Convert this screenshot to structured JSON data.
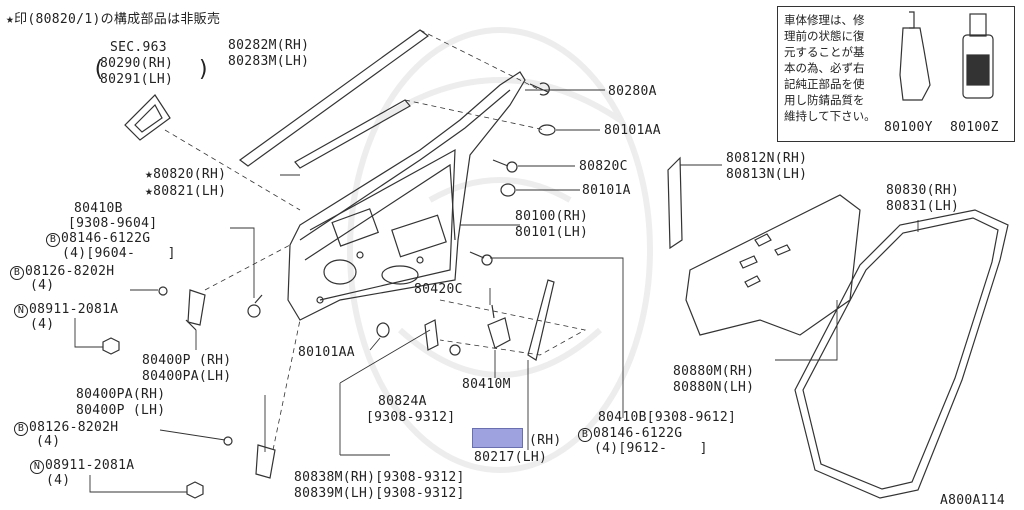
{
  "header_note": "★印(80820/1)の構成部品は非販売",
  "note_box": {
    "text": "車体修理は、修\n理前の状態に復\n元することが基\n本の為、必ず右\n記純正部品を使\n用し防錆品質を\n維持して下さい。",
    "part_left": "80100Y",
    "part_right": "80100Z"
  },
  "callouts": {
    "sec963": "SEC.963",
    "p80290": "80290(RH)",
    "p80291": "80291(LH)",
    "p80282m": "80282M(RH)",
    "p80283m": "80283M(LH)",
    "p80280a": "80280A",
    "p80101aa_top": "80101AA",
    "p80820c": "80820C",
    "p80101a": "80101A",
    "p80100": "80100(RH)",
    "p80101": "80101(LH)",
    "p80820": "80820(RH)",
    "p80821": "80821(LH)",
    "p80410b": "80410B",
    "p80410b_range": "[9308-9604]",
    "bolt_08146_a": "08146-6122G",
    "bolt_08146_a_qty": "(4)[9604-    ]",
    "bolt_08126_a": "08126-8202H",
    "bolt_08126_a_qty": "(4)",
    "nut_08911_a": "08911-2081A",
    "nut_08911_a_qty": "(4)",
    "p80400p_rh": "80400P (RH)",
    "p80400pa_lh": "80400PA(LH)",
    "p80400pa_rh": "80400PA(RH)",
    "p80400p_lh": "80400P (LH)",
    "bolt_08126_b": "08126-8202H",
    "bolt_08126_b_qty": "(4)",
    "nut_08911_b": "08911-2081A",
    "nut_08911_b_qty": "(4)",
    "p80101aa_low": "80101AA",
    "p80420c": "80420C",
    "p80824a": "80824A",
    "p80824a_range": "[9308-9312]",
    "p80410m": "80410M",
    "p80838m": "80838M(RH)[9308-9312]",
    "p80839m": "80839M(LH)[9308-9312]",
    "p80217_rh": "(RH)",
    "p80217": "80217(LH)",
    "p80410b_right": "80410B[9308-9612]",
    "bolt_08146_b": "08146-6122G",
    "bolt_08146_b_qty": "(4)[9612-    ]",
    "p80812n": "80812N(RH)",
    "p80813n": "80813N(LH)",
    "p80830": "80830(RH)",
    "p80831": "80831(LH)",
    "p80880m": "80880M(RH)",
    "p80880n": "80880N(LH)",
    "diagram_id": "A800A114"
  },
  "symbols": {
    "star": "★",
    "bolt": "B",
    "nut": "N"
  },
  "highlight_color": "#9ea3df"
}
